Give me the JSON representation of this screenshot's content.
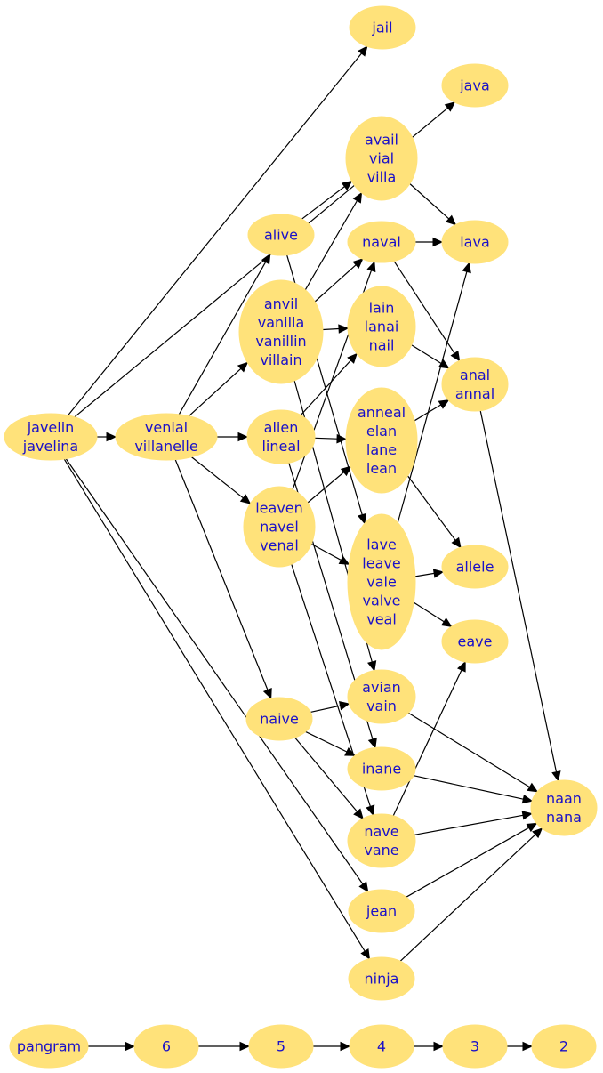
{
  "nodes": {
    "javelin": [
      "javelin",
      "javelina"
    ],
    "venial": [
      "venial",
      "villanelle"
    ],
    "jail": [
      "jail"
    ],
    "java": [
      "java"
    ],
    "avail": [
      "avail",
      "vial",
      "villa"
    ],
    "alive": [
      "alive"
    ],
    "naval": [
      "naval"
    ],
    "lava": [
      "lava"
    ],
    "anvil": [
      "anvil",
      "vanilla",
      "vanillin",
      "villain"
    ],
    "lain": [
      "lain",
      "lanai",
      "nail"
    ],
    "anal": [
      "anal",
      "annal"
    ],
    "alien": [
      "alien",
      "lineal"
    ],
    "anneal": [
      "anneal",
      "elan",
      "lane",
      "lean"
    ],
    "leaven": [
      "leaven",
      "navel",
      "venal"
    ],
    "lave": [
      "lave",
      "leave",
      "vale",
      "valve",
      "veal"
    ],
    "allele": [
      "allele"
    ],
    "eave": [
      "eave"
    ],
    "naive": [
      "naive"
    ],
    "avian": [
      "avian",
      "vain"
    ],
    "inane": [
      "inane"
    ],
    "naan": [
      "naan",
      "nana"
    ],
    "nave": [
      "nave",
      "vane"
    ],
    "jean": [
      "jean"
    ],
    "ninja": [
      "ninja"
    ],
    "pangram": [
      "pangram"
    ],
    "n6": [
      "6"
    ],
    "n5": [
      "5"
    ],
    "n4": [
      "4"
    ],
    "n3": [
      "3"
    ],
    "n2": [
      "2"
    ]
  },
  "edges": [
    [
      "javelin",
      "jail"
    ],
    [
      "javelin",
      "java"
    ],
    [
      "javelin",
      "venial"
    ],
    [
      "javelin",
      "jean"
    ],
    [
      "javelin",
      "ninja"
    ],
    [
      "venial",
      "alive"
    ],
    [
      "venial",
      "anvil"
    ],
    [
      "venial",
      "alien"
    ],
    [
      "venial",
      "leaven"
    ],
    [
      "venial",
      "naive"
    ],
    [
      "alive",
      "avail"
    ],
    [
      "alive",
      "lave"
    ],
    [
      "anvil",
      "avail"
    ],
    [
      "anvil",
      "naval"
    ],
    [
      "anvil",
      "lain"
    ],
    [
      "anvil",
      "avian"
    ],
    [
      "alien",
      "lain"
    ],
    [
      "alien",
      "anneal"
    ],
    [
      "alien",
      "inane"
    ],
    [
      "leaven",
      "naval"
    ],
    [
      "leaven",
      "anneal"
    ],
    [
      "leaven",
      "lave"
    ],
    [
      "leaven",
      "nave"
    ],
    [
      "naive",
      "avian"
    ],
    [
      "naive",
      "inane"
    ],
    [
      "naive",
      "nave"
    ],
    [
      "avail",
      "lava"
    ],
    [
      "naval",
      "lava"
    ],
    [
      "naval",
      "anal"
    ],
    [
      "lain",
      "anal"
    ],
    [
      "anneal",
      "anal"
    ],
    [
      "anneal",
      "allele"
    ],
    [
      "lave",
      "lava"
    ],
    [
      "lave",
      "allele"
    ],
    [
      "lave",
      "eave"
    ],
    [
      "anal",
      "naan"
    ],
    [
      "avian",
      "naan"
    ],
    [
      "inane",
      "naan"
    ],
    [
      "nave",
      "naan"
    ],
    [
      "nave",
      "eave"
    ],
    [
      "jean",
      "naan"
    ],
    [
      "ninja",
      "naan"
    ],
    [
      "pangram",
      "n6"
    ],
    [
      "n6",
      "n5"
    ],
    [
      "n5",
      "n4"
    ],
    [
      "n4",
      "n3"
    ],
    [
      "n3",
      "n2"
    ]
  ]
}
